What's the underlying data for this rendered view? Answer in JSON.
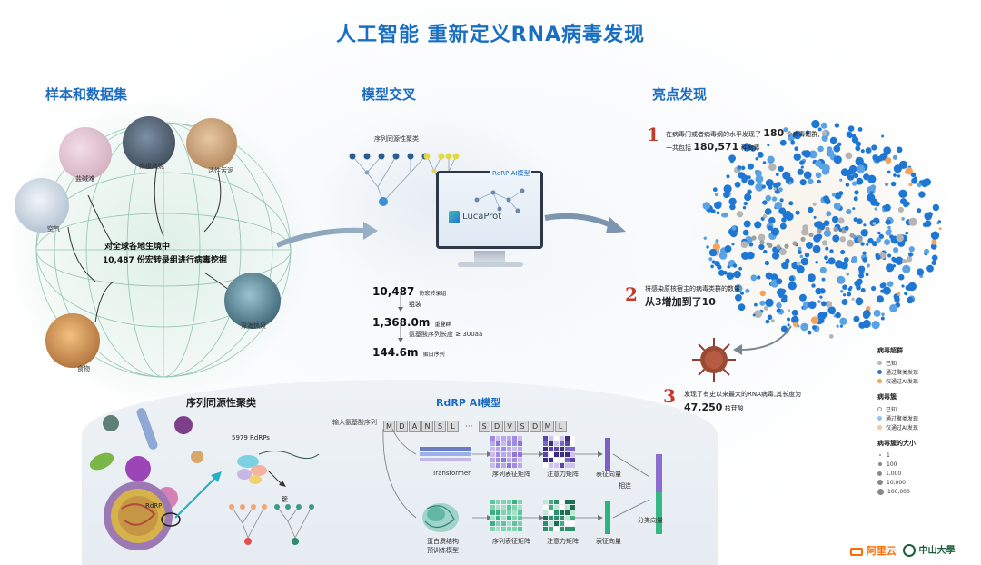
{
  "title": "人工智能 重新定义RNA病毒发现",
  "sections": {
    "samples": {
      "title": "样本和数据集",
      "envs": [
        "盐碱滩",
        "南极底泥",
        "活性污泥",
        "空气",
        "深海热泉",
        "食物"
      ],
      "globe_line1": "对全球各地生境中",
      "globe_line2": "10,487 份宏转录组进行病毒挖掘"
    },
    "model": {
      "title": "模型交叉",
      "cluster_label": "序列同源性聚类",
      "ai_label": "RdRP AI模型",
      "brand": "LucaProt",
      "flow": [
        {
          "value": "10,487",
          "unit": "份宏转录组"
        },
        {
          "value": "1,368.0m",
          "unit": "重叠群"
        },
        {
          "value": "144.6m",
          "unit": "蛋白序列"
        }
      ],
      "flow_note1": "组装",
      "flow_note2": "氨基酸序列长度 ≥ 300aa"
    },
    "findings": {
      "title": "亮点发现",
      "items": [
        {
          "num": "1",
          "line1": "在病毒门或者病毒纲的水平发现了",
          "v1": "180",
          "line1b": "个病毒超群,",
          "line2": "一共包括",
          "v2": "180,571",
          "line2b": "种病毒"
        },
        {
          "num": "2",
          "line1": "将感染原核宿主的病毒类群的数量",
          "v1": "从3增加到了10"
        },
        {
          "num": "3",
          "line1": "发现了有史以来最大的RNA病毒,其长度为",
          "v1": "47,250",
          "line2b": "核苷酸"
        }
      ]
    },
    "bottom": {
      "left_title": "序列同源性聚类",
      "right_title": "RdRP AI模型",
      "rdrps": "5979 RdRPs",
      "rdrp": "RdRP",
      "cluster": "簇",
      "input_label": "输入氨基酸序列",
      "seq1": [
        "M",
        "D",
        "A",
        "N",
        "S",
        "L"
      ],
      "ellipsis": "···",
      "seq2": [
        "S",
        "D",
        "V",
        "S",
        "D",
        "M",
        "L"
      ],
      "transformer": "Transformer",
      "seq_matrix": "序列表征矩阵",
      "attn_matrix": "注意力矩阵",
      "vector": "表征向量",
      "concat": "相连",
      "class_vector": "分类向量",
      "struct_line1": "蛋白质结构",
      "struct_line2": "预训练模型"
    }
  },
  "legend": {
    "superclade": {
      "title": "病毒超群",
      "items": [
        "已知",
        "通过聚类发现",
        "仅通过AI发现"
      ]
    },
    "cluster": {
      "title": "病毒簇",
      "items": [
        "已知",
        "通过聚类发现",
        "仅通过AI发现"
      ]
    },
    "size": {
      "title": "病毒簇的大小",
      "items": [
        "1",
        "100",
        "1,000",
        "10,000",
        "100,000"
      ]
    }
  },
  "logos": {
    "aliyun": "阿里云",
    "sysu": "中山大學"
  },
  "colors": {
    "known": "#b5b5b5",
    "cluster": "#1f77d4",
    "ai": "#f5a35c",
    "accent": "#1e6cc0",
    "red": "#c43b2c"
  }
}
